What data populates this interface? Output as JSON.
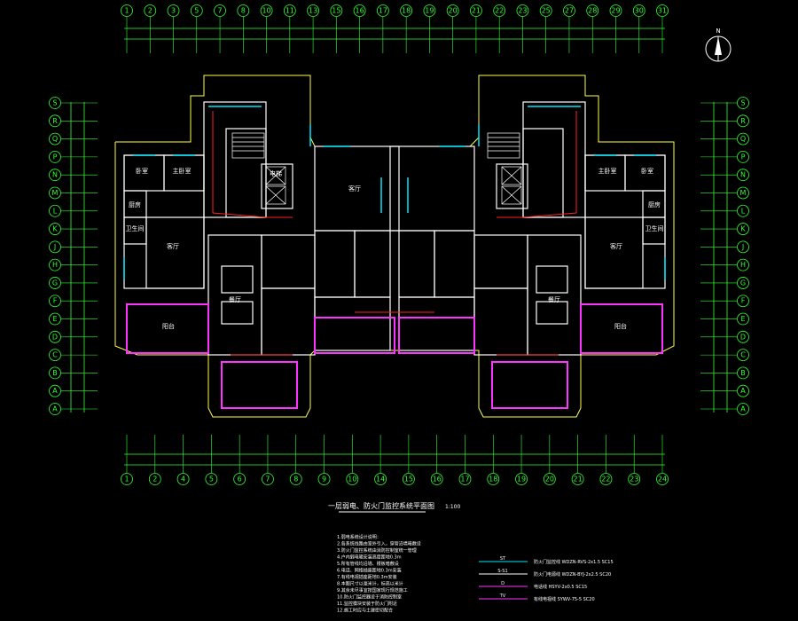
{
  "drawing": {
    "title": "一层弱电、防火门监控系统平面图",
    "scale": "1:100",
    "north_label": "N"
  },
  "axes": {
    "top": [
      "1",
      "2",
      "3",
      "5",
      "7",
      "8",
      "10",
      "11",
      "13",
      "15",
      "16",
      "17",
      "18",
      "19",
      "20",
      "21",
      "22",
      "23",
      "25",
      "27",
      "28",
      "29",
      "30",
      "31"
    ],
    "bottom": [
      "1",
      "2",
      "4",
      "5",
      "6",
      "7",
      "8",
      "9",
      "10",
      "14",
      "15",
      "16",
      "17",
      "18",
      "19",
      "20",
      "21",
      "22",
      "23",
      "24"
    ],
    "left": [
      "S",
      "R",
      "Q",
      "P",
      "N",
      "M",
      "L",
      "K",
      "J",
      "H",
      "G",
      "F",
      "E",
      "D",
      "C",
      "B",
      "A",
      "A"
    ],
    "right": [
      "S",
      "R",
      "Q",
      "P",
      "N",
      "M",
      "L",
      "K",
      "J",
      "H",
      "G",
      "F",
      "E",
      "D",
      "C",
      "B",
      "A",
      "A"
    ]
  },
  "rooms": [
    "客厅",
    "卧室",
    "主卧室",
    "厨房",
    "卫生间",
    "餐厅",
    "阳台",
    "电梯",
    "客厅",
    "卧室",
    "主卧室",
    "厨房",
    "卫生间",
    "餐厅",
    "阳台",
    "客厅"
  ],
  "notes": [
    "1.弱电系统设计说明：",
    "2.各系统线路由室外引入，穿管沿墙暗敷设",
    "3.防火门监控系统由消防控制室统一管理",
    "4.户内弱电箱安装高度距地0.3m",
    "5.所有管线均沿墙、楼板暗敷设",
    "6.电话、网络插座距地0.3m安装",
    "7.有线电视插座距地0.3m安装",
    "8.本图尺寸以毫米计，标高以米计",
    "9.其余未尽事宜按国家现行规范施工",
    "10.防火门监控器设于消防控制室",
    "11.监控模块安装于防火门附近",
    "12.施工时应与土建密切配合"
  ],
  "legend": [
    {
      "code": "ST",
      "text": "防火门监控线 WDZN-RVS-2x1.5 SC15"
    },
    {
      "code": "S-S1",
      "text": "防火门电源线 WDZN-BYJ-2x2.5 SC20"
    },
    {
      "code": "D",
      "text": "电话线 HSYV-2x0.5 SC15"
    },
    {
      "code": "TV",
      "text": "有线电视线 SYWV-75-5 SC20"
    }
  ],
  "colors": {
    "grid": "#33ff33",
    "wall": "#ffffff",
    "wall_yellow": "#ffff44",
    "door": "#00e5ff",
    "balcony": "#ff33ff",
    "red": "#ff2020",
    "text": "#ffffff"
  }
}
